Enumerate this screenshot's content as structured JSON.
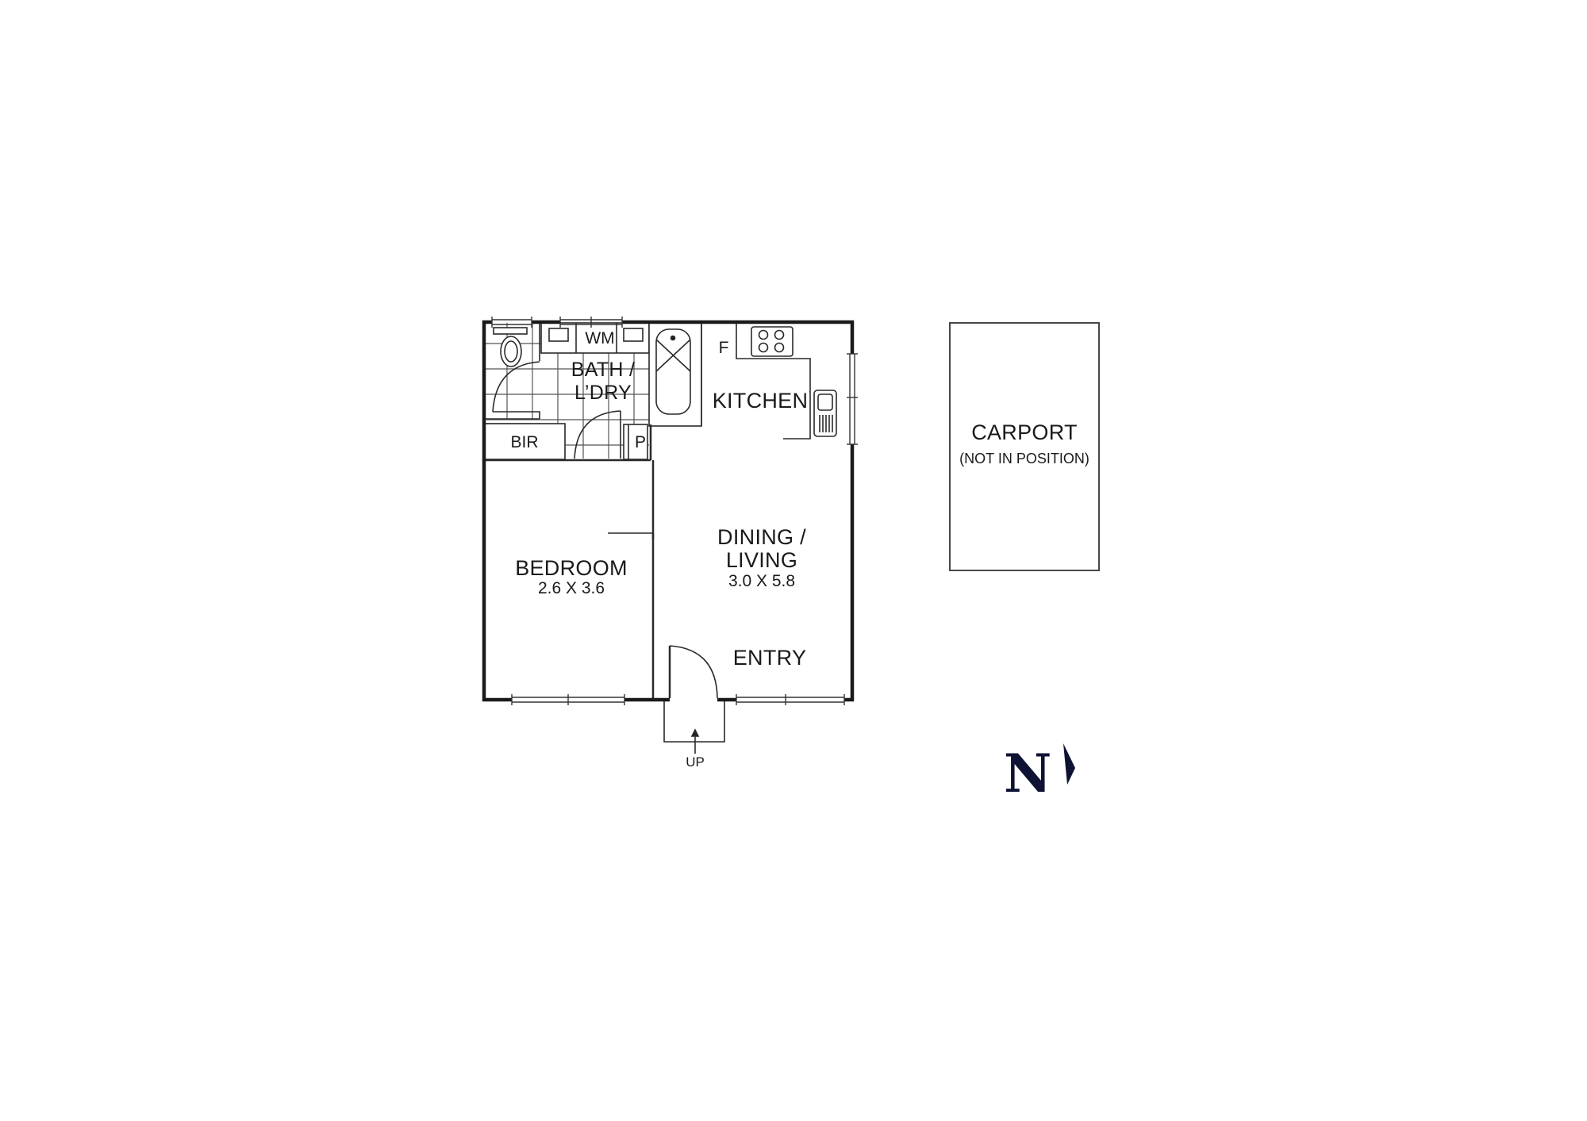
{
  "plan": {
    "rooms": {
      "bath_laundry": {
        "name_line1": "BATH /",
        "name_line2": "L’DRY"
      },
      "washing_machine": {
        "label": "WM"
      },
      "kitchen": {
        "name": "KITCHEN",
        "fridge": "F"
      },
      "bir": {
        "name": "BIR"
      },
      "pantry": {
        "name": "P"
      },
      "bedroom": {
        "name": "BEDROOM",
        "dimensions": "2.6 X 3.6"
      },
      "dining_living": {
        "name_line1": "DINING /",
        "name_line2": "LIVING",
        "dimensions": "3.0 X 5.8"
      },
      "entry": {
        "name": "ENTRY"
      },
      "stairs": {
        "label": "UP"
      }
    },
    "carport": {
      "name": "CARPORT",
      "note": "(NOT IN POSITION)"
    },
    "north": {
      "label": "N"
    }
  },
  "colors": {
    "wall": "#1a1a1a",
    "line": "#2a2a2a",
    "north": "#0e1233",
    "background": "#ffffff"
  }
}
